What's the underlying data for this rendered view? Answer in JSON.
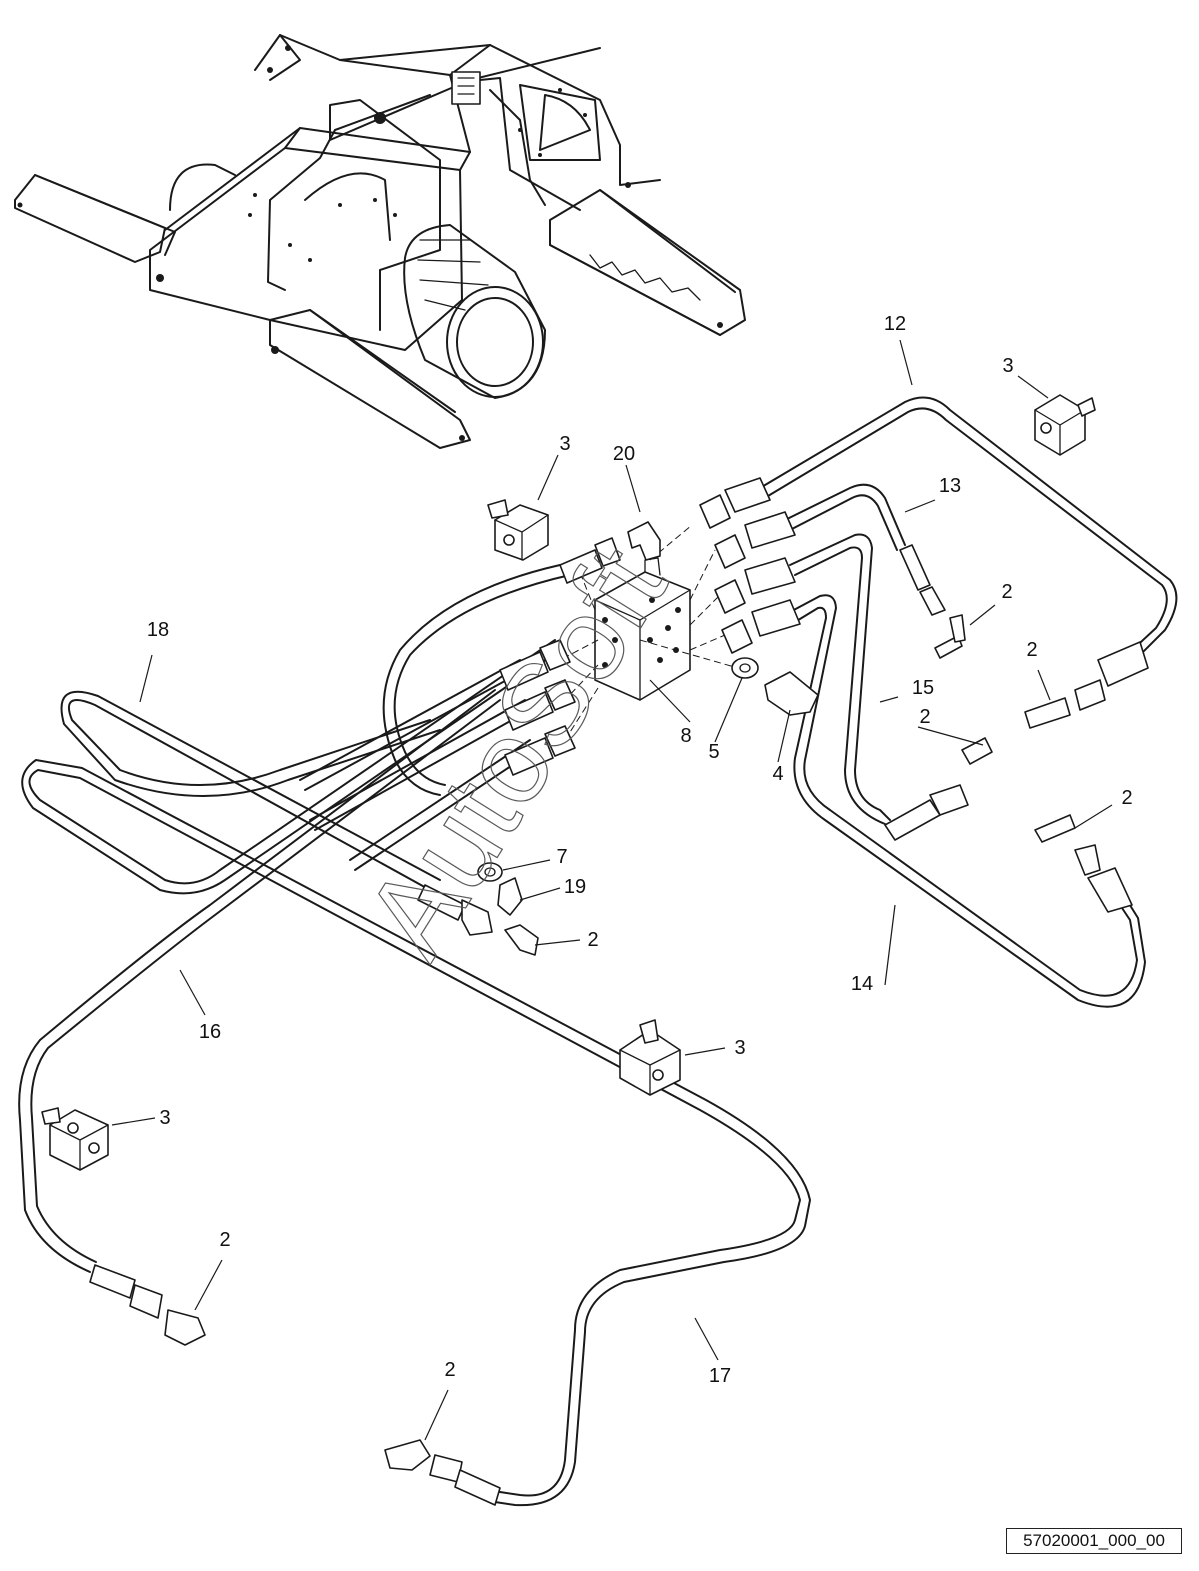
{
  "callouts": {
    "c2a": "2",
    "c2b": "2",
    "c2c": "2",
    "c2d": "2",
    "c2e": "2",
    "c2f": "2",
    "c2g": "2",
    "c3a": "3",
    "c3b": "3",
    "c3c": "3",
    "c3d": "3",
    "c4": "4",
    "c5": "5",
    "c7": "7",
    "c8": "8",
    "c12": "12",
    "c13": "13",
    "c14": "14",
    "c15": "15",
    "c16": "16",
    "c17": "17",
    "c18": "18",
    "c19": "19",
    "c20": "20"
  },
  "watermark": "AutoSoft",
  "reference": "57020001_000_00"
}
